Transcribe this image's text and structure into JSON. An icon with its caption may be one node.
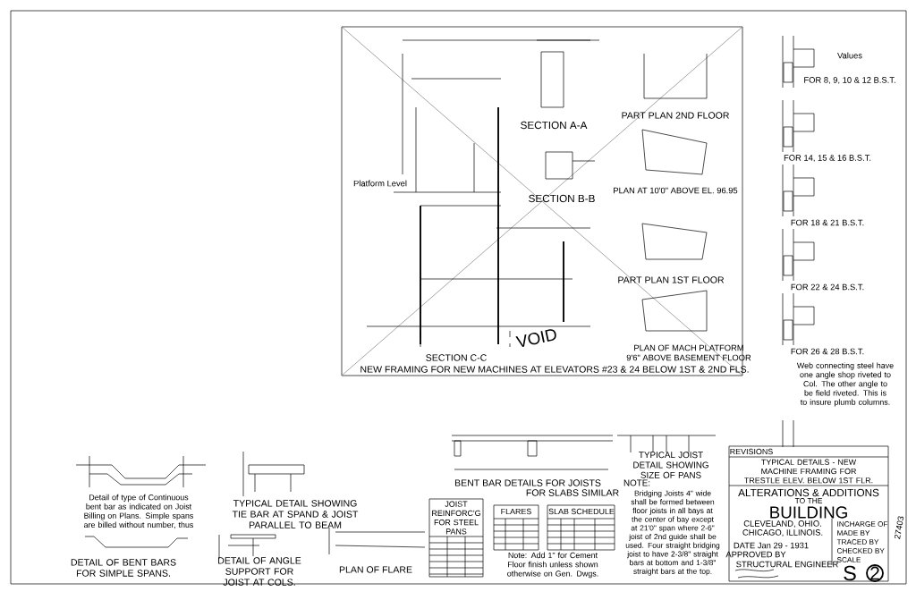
{
  "diagram": {
    "labels": [
      "SECTION A-A",
      "SECTION B-B",
      "PART PLAN 2ND FLOOR",
      "PLAN AT 10'0\" ABOVE EL. 96.95",
      "PART PLAN 1ST FLOOR",
      "PLAN OF MACH PLATFORM",
      "SECTION C-C",
      "9'6\" ABOVE BASEMENT FLOOR",
      "VOID",
      "NEW FRAMING FOR NEW MACHINES AT ELEVATORS #23 & 24 BELOW 1ST & 2ND FLS.",
      "Platform Level",
      "FOR 8, 9, 10 & 12 B.S.T.",
      "FOR 14, 15 & 16 B.S.T.",
      "FOR 18 & 21 B.S.T.",
      "FOR 22 & 24 B.S.T.",
      "FOR 26 & 28 B.S.T.",
      "Web connecting steel have one angle shop riveted to Col. The other angle to be field riveted. This is to insure plumb columns.",
      "Values",
      "DETAIL OF BENT BARS FOR SIMPLE SPANS.",
      "Detail of type of Continuous bent bar as indicated on Joist Billing on Plans. Simple spans are billed without number, thus",
      "TYPICAL DETAIL SHOWING TIE BAR AT SPAND & JOIST PARALLEL TO BEAM",
      "DETAIL OF ANGLE SUPPORT FOR JOIST AT COLS.",
      "PLAN OF FLARE",
      "BENT BAR DETAILS FOR JOISTS",
      "FOR SLABS SIMILAR",
      "TYPICAL JOIST DETAIL SHOWING SIZE OF PANS",
      "NOTE:",
      "Bridging Joists 4\" wide shall be formed between floor joists in all bays at the center of bay except at 21'0\" span where 2-6\" joist of 2nd guide shall be used. Four straight bridging joist to have 2-3/8\" straight bars at bottom and 1-3/8\" straight bars at the top.",
      "JOIST REINFORC'G FOR STEEL PANS",
      "FLARES",
      "SLAB SCHEDULE",
      "Note: Add 1\" for Cement Floor finish unless shown otherwise on Gen. Dwgs.",
      "REVISIONS",
      "TYPICAL DETAILS - NEW MACHINE FRAMING FOR TRESTLE ELEV. BELOW 1ST FLR.",
      "ALTERATIONS & ADDITIONS",
      "TO THE",
      "BUILDING",
      "CLEVELAND, OHIO.",
      "CHICAGO, ILLINOIS.",
      "DATE Jan 29 - 1931",
      "APPROVED BY",
      "INCHARGE OF",
      "MADE BY",
      "TRACED BY",
      "CHECKED BY",
      "SCALE",
      "S",
      "2",
      "STRUCTURAL ENGINEER",
      "27403"
    ]
  }
}
